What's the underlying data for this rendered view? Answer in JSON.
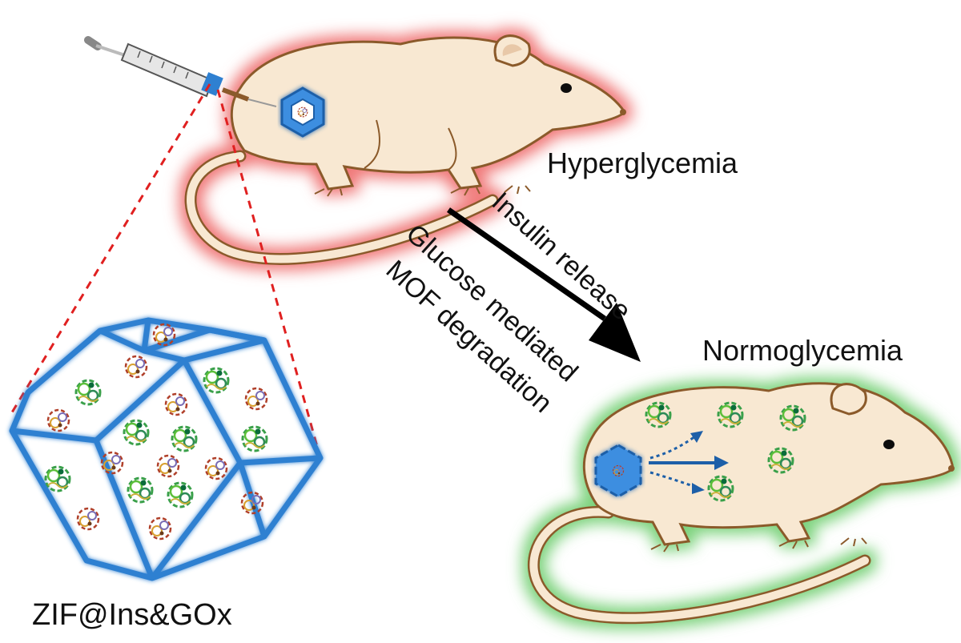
{
  "labels": {
    "hyperglycemia": "Hyperglycemia",
    "normoglycemia": "Normoglycemia",
    "insulin_release": "Insulin release",
    "glucose_mediated": "Glucose mediated",
    "mof_degradation": "MOF degradation",
    "particle_name": "ZIF@Ins&GOx"
  },
  "colors": {
    "mouse_body": "#f8e8d2",
    "mouse_outline": "#8b5a2b",
    "hyper_glow": "#f07a7a",
    "normo_glow": "#7ed37e",
    "mof_frame": "#2f80d1",
    "dashed_line": "#e02020",
    "arrow": "#000000"
  },
  "icons": [
    "syringe-icon",
    "mouse-icon",
    "mof-particle-icon",
    "protein-icon",
    "release-arrow-icon"
  ]
}
